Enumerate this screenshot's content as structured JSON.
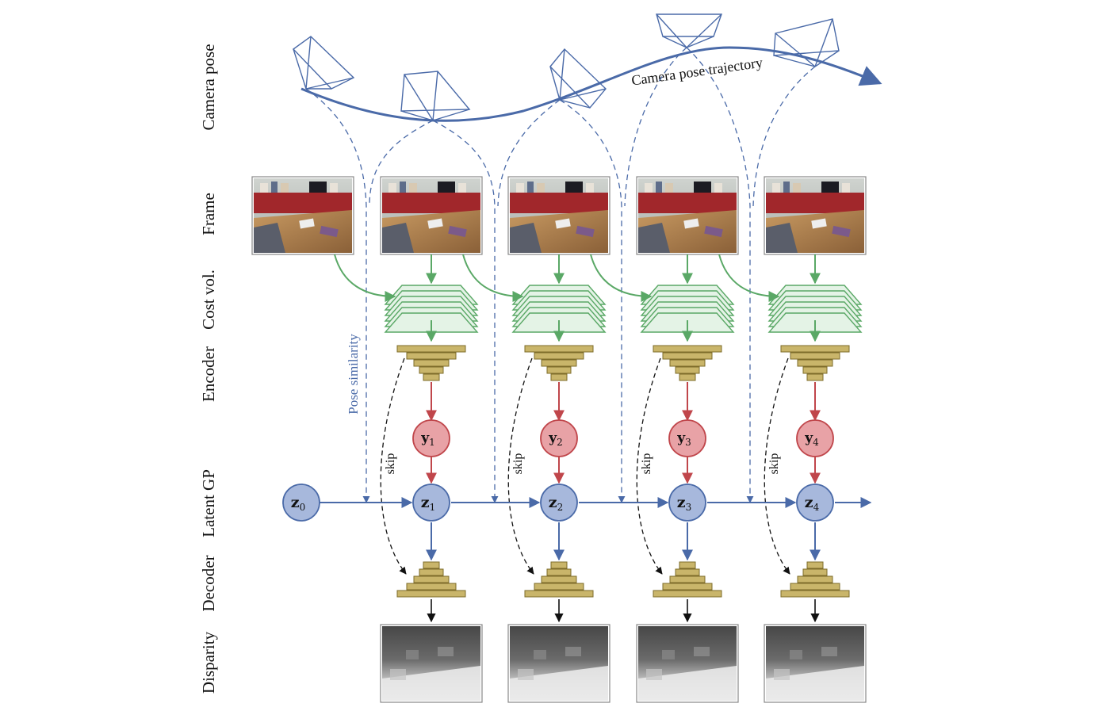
{
  "row_labels": [
    "Camera pose",
    "Frame",
    "Cost vol.",
    "Encoder",
    "Latent GP",
    "Decoder",
    "Disparity"
  ],
  "trajectory_label": "Camera pose trajectory",
  "pose_similarity_label": "Pose similarity",
  "skip_label": "skip",
  "latent_nodes": [
    {
      "base": "z",
      "sub": "0"
    },
    {
      "base": "z",
      "sub": "1"
    },
    {
      "base": "z",
      "sub": "2"
    },
    {
      "base": "z",
      "sub": "3"
    },
    {
      "base": "z",
      "sub": "4"
    }
  ],
  "observation_nodes": [
    {
      "base": "y",
      "sub": "1"
    },
    {
      "base": "y",
      "sub": "2"
    },
    {
      "base": "y",
      "sub": "3"
    },
    {
      "base": "y",
      "sub": "4"
    }
  ],
  "colors": {
    "pose_blue": "#4a6aa8",
    "latent_fill": "#a7b8dc",
    "latent_stroke": "#4a6aa8",
    "obs_fill": "#e8a2a6",
    "obs_stroke": "#c0464b",
    "costvol_green": "#5aa866",
    "costvol_fill": "#e4f3e6",
    "encoder_gold": "#c9b56a",
    "encoder_stroke": "#7d6c2a",
    "red_arrow": "#c0464b"
  }
}
